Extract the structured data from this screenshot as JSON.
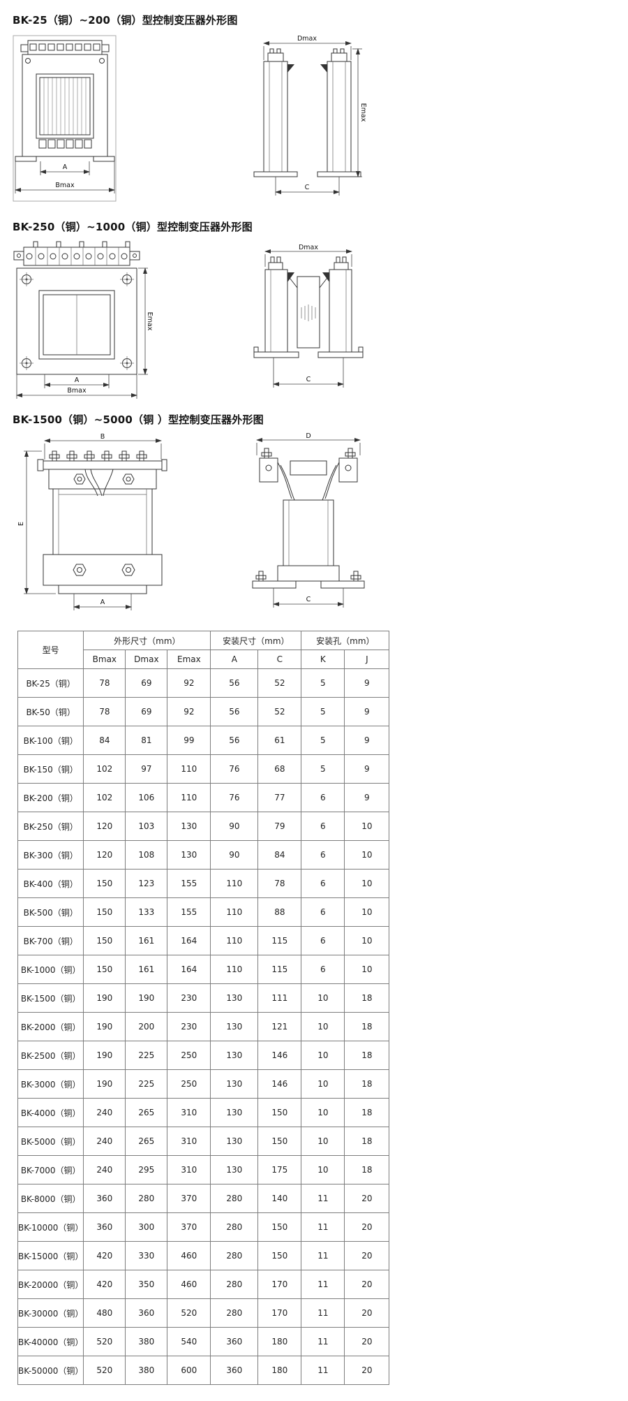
{
  "sections": [
    {
      "heading": "BK-25（铜）~200（铜）型控制变压器外形图",
      "front": {
        "dim_a": "A",
        "dim_b": "Bmax"
      },
      "side": {
        "dim_d": "Dmax",
        "dim_e": "Emax",
        "dim_c": "C"
      }
    },
    {
      "heading": "BK-250（铜）~1000（铜）型控制变压器外形图",
      "front": {
        "dim_a": "A",
        "dim_b": "Bmax",
        "dim_e": "Emax"
      },
      "side": {
        "dim_d": "Dmax",
        "dim_c": "C"
      }
    },
    {
      "heading": "BK-1500（铜）~5000（铜 ）型控制变压器外形图",
      "front": {
        "dim_a": "A",
        "dim_b": "B",
        "dim_e": "E"
      },
      "side": {
        "dim_d": "D",
        "dim_c": "C"
      }
    }
  ],
  "table": {
    "header": {
      "model": "型号",
      "outline_group": "外形尺寸（mm）",
      "mount_group": "安装尺寸（mm）",
      "hole_group": "安装孔（mm）",
      "sub": [
        "Bmax",
        "Dmax",
        "Emax",
        "A",
        "C",
        "K",
        "J"
      ]
    },
    "rows": [
      [
        "BK-25（铜）",
        78,
        69,
        92,
        56,
        52,
        5,
        9
      ],
      [
        "BK-50（铜）",
        78,
        69,
        92,
        56,
        52,
        5,
        9
      ],
      [
        "BK-100（铜）",
        84,
        81,
        99,
        56,
        61,
        5,
        9
      ],
      [
        "BK-150（铜）",
        102,
        97,
        110,
        76,
        68,
        5,
        9
      ],
      [
        "BK-200（铜）",
        102,
        106,
        110,
        76,
        77,
        6,
        9
      ],
      [
        "BK-250（铜）",
        120,
        103,
        130,
        90,
        79,
        6,
        10
      ],
      [
        "BK-300（铜）",
        120,
        108,
        130,
        90,
        84,
        6,
        10
      ],
      [
        "BK-400（铜）",
        150,
        123,
        155,
        110,
        78,
        6,
        10
      ],
      [
        "BK-500（铜）",
        150,
        133,
        155,
        110,
        88,
        6,
        10
      ],
      [
        "BK-700（铜）",
        150,
        161,
        164,
        110,
        115,
        6,
        10
      ],
      [
        "BK-1000（铜）",
        150,
        161,
        164,
        110,
        115,
        6,
        10
      ],
      [
        "BK-1500（铜）",
        190,
        190,
        230,
        130,
        111,
        10,
        18
      ],
      [
        "BK-2000（铜）",
        190,
        200,
        230,
        130,
        121,
        10,
        18
      ],
      [
        "BK-2500（铜）",
        190,
        225,
        250,
        130,
        146,
        10,
        18
      ],
      [
        "BK-3000（铜）",
        190,
        225,
        250,
        130,
        146,
        10,
        18
      ],
      [
        "BK-4000（铜）",
        240,
        265,
        310,
        130,
        150,
        10,
        18
      ],
      [
        "BK-5000（铜）",
        240,
        265,
        310,
        130,
        150,
        10,
        18
      ],
      [
        "BK-7000（铜）",
        240,
        295,
        310,
        130,
        175,
        10,
        18
      ],
      [
        "BK-8000（铜）",
        360,
        280,
        370,
        280,
        140,
        11,
        20
      ],
      [
        "BK-10000（铜）",
        360,
        300,
        370,
        280,
        150,
        11,
        20
      ],
      [
        "BK-15000（铜）",
        420,
        330,
        460,
        280,
        150,
        11,
        20
      ],
      [
        "BK-20000（铜）",
        420,
        350,
        460,
        280,
        170,
        11,
        20
      ],
      [
        "BK-30000（铜）",
        480,
        360,
        520,
        280,
        170,
        11,
        20
      ],
      [
        "BK-40000（铜）",
        520,
        380,
        540,
        360,
        180,
        11,
        20
      ],
      [
        "BK-50000（铜）",
        520,
        380,
        600,
        360,
        180,
        11,
        20
      ]
    ]
  }
}
